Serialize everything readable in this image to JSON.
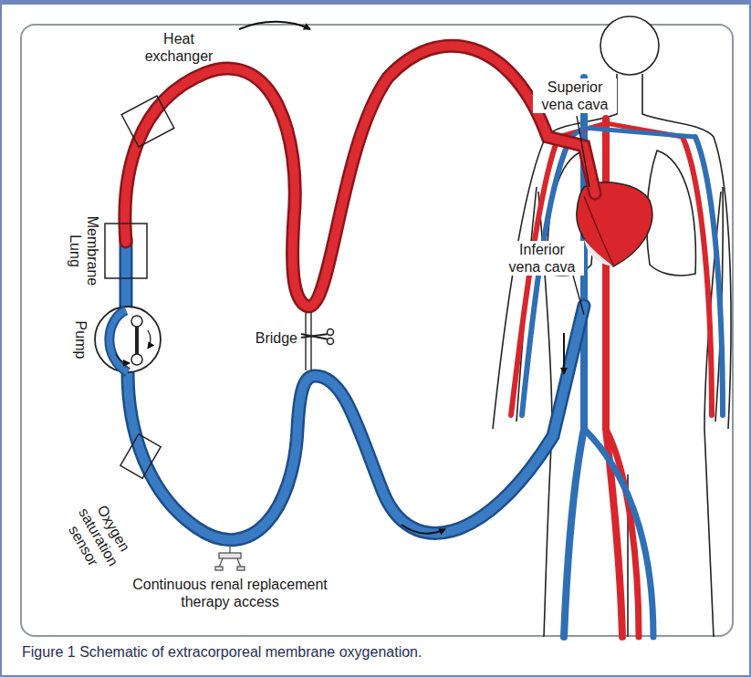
{
  "diagram": {
    "caption": "Figure 1 Schematic of extracorporeal membrane oxygenation.",
    "labels": [
      "Heat exchanger",
      "Membrane Lung",
      "Pump",
      "Bridge",
      "Oxygen saturation sensor",
      "Continuous renal replacement therapy access",
      "Superior vena cava",
      "Inferior vena cava"
    ]
  }
}
